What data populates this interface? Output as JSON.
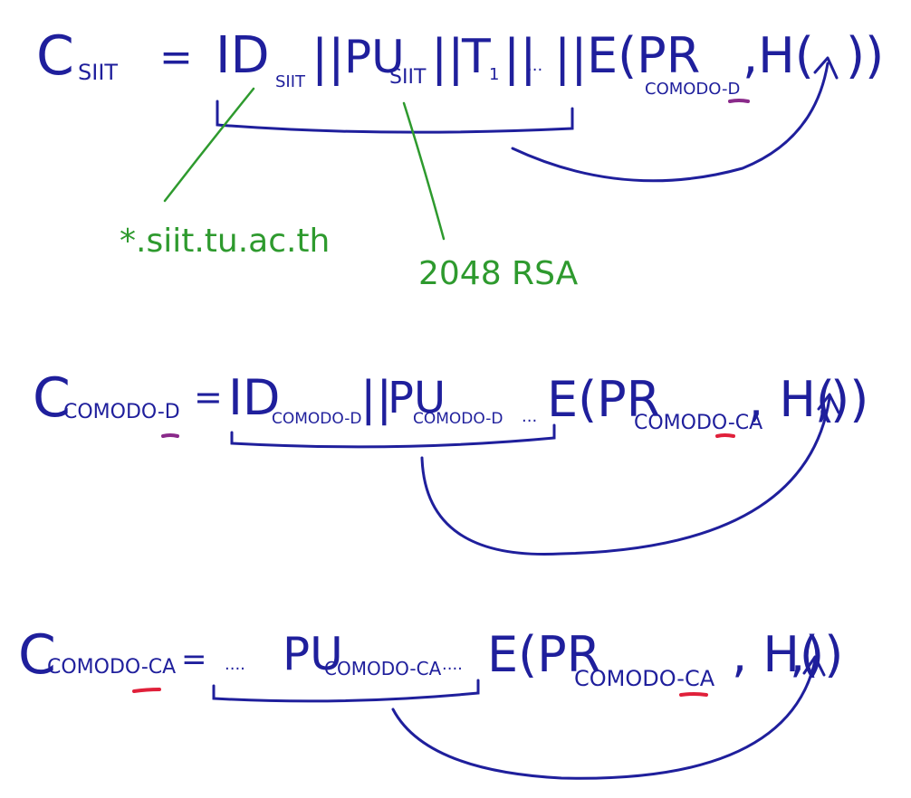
{
  "colors": {
    "ink": "#1f1f9c",
    "annotation": "#2e9a2e",
    "underline_purple": "#8a2a8a",
    "underline_red": "#e0203a",
    "background": "#ffffff"
  },
  "equations": [
    {
      "lhs_main": "C",
      "lhs_sub": "SIIT",
      "eq": "=",
      "body_parts": [
        {
          "main": "ID",
          "sub": "SIIT"
        },
        {
          "main": "||",
          "sub": ""
        },
        {
          "main": "PU",
          "sub": "SIIT"
        },
        {
          "main": "||",
          "sub": ""
        },
        {
          "main": "T",
          "sub": "1"
        },
        {
          "main": "||",
          "sub": ""
        },
        {
          "main": "...",
          "sub": ""
        },
        {
          "main": "||",
          "sub": ""
        }
      ],
      "sig_prefix": "E(PR",
      "sig_sub": "COMODO-D",
      "sig_suffix": ",H(",
      "sig_close": "))",
      "underlined_label": "D"
    },
    {
      "lhs_main": "C",
      "lhs_sub": "COMODO-D",
      "eq": "=",
      "body_parts": [
        {
          "main": "ID",
          "sub": "COMODO-D"
        },
        {
          "main": "||",
          "sub": ""
        },
        {
          "main": "PU",
          "sub": "COMODO-D"
        },
        {
          "main": "...",
          "sub": ""
        }
      ],
      "sig_prefix": "E(PR",
      "sig_sub": "COMODO-CA",
      "sig_suffix": ", H(",
      "sig_close": ",))",
      "underlined_label": "CA"
    },
    {
      "lhs_main": "C",
      "lhs_sub": "COMODO-CA",
      "eq": "=",
      "body_parts": [
        {
          "main": "....",
          "sub": ""
        },
        {
          "main": "PU",
          "sub": "COMODO-CA"
        },
        {
          "main": "....",
          "sub": ""
        }
      ],
      "sig_prefix": "E(PR",
      "sig_sub": "COMODO-CA",
      "sig_suffix": ", H(",
      "sig_close": ",))",
      "underlined_label": "CA"
    }
  ],
  "annotations": {
    "domain_note": "*.siit.tu.ac.th",
    "key_note": "2048 RSA"
  }
}
